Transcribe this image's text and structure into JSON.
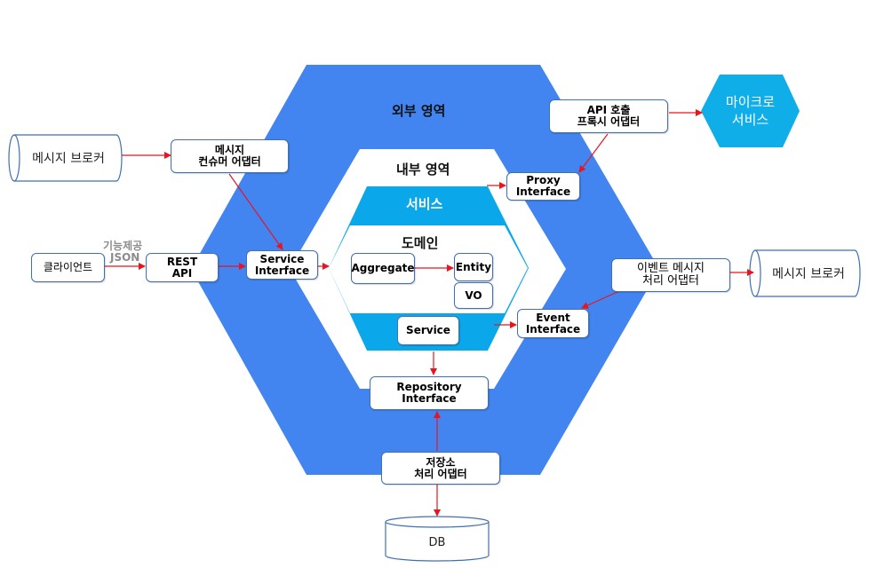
{
  "zones": {
    "outer": "외부 영역",
    "inner": "내부 영역",
    "service": "서비스",
    "domain": "도메인"
  },
  "boxes": {
    "message_consumer_adapter": "메시지\n컨슈머 어댑터",
    "api_proxy_adapter": "API 호출\n프록시 어댑터",
    "proxy_interface": "Proxy\nInterface",
    "service_interface": "Service\nInterface",
    "rest_api": "REST\nAPI",
    "client": "클라이언트",
    "aggregate": "Aggregate",
    "entity": "Entity",
    "vo": "VO",
    "service": "Service",
    "event_adapter": "이벤트 메시지\n처리 어댑터",
    "event_interface": "Event\nInterface",
    "repository_interface": "Repository\nInterface",
    "storage_adapter": "저장소\n처리 어댑터"
  },
  "cylinders": {
    "broker_left": "메시지 브로커",
    "broker_right": "메시지 브로커",
    "db": "DB"
  },
  "microservice": "마이크로\n서비스",
  "client_link": {
    "line1": "기능제공",
    "line2": "JSON"
  },
  "colors": {
    "outer_hex": "#4285f0",
    "inner_hex": "#ffffff",
    "service_hex": "#0aa8ea",
    "domain_hex": "#ffffff",
    "microservice_hex": "#10aee8",
    "arrow": "#e8151f",
    "box_border": "#3f6fb5",
    "cylinder_border": "#3f6fb5",
    "json_label": "#8c8c8c"
  }
}
